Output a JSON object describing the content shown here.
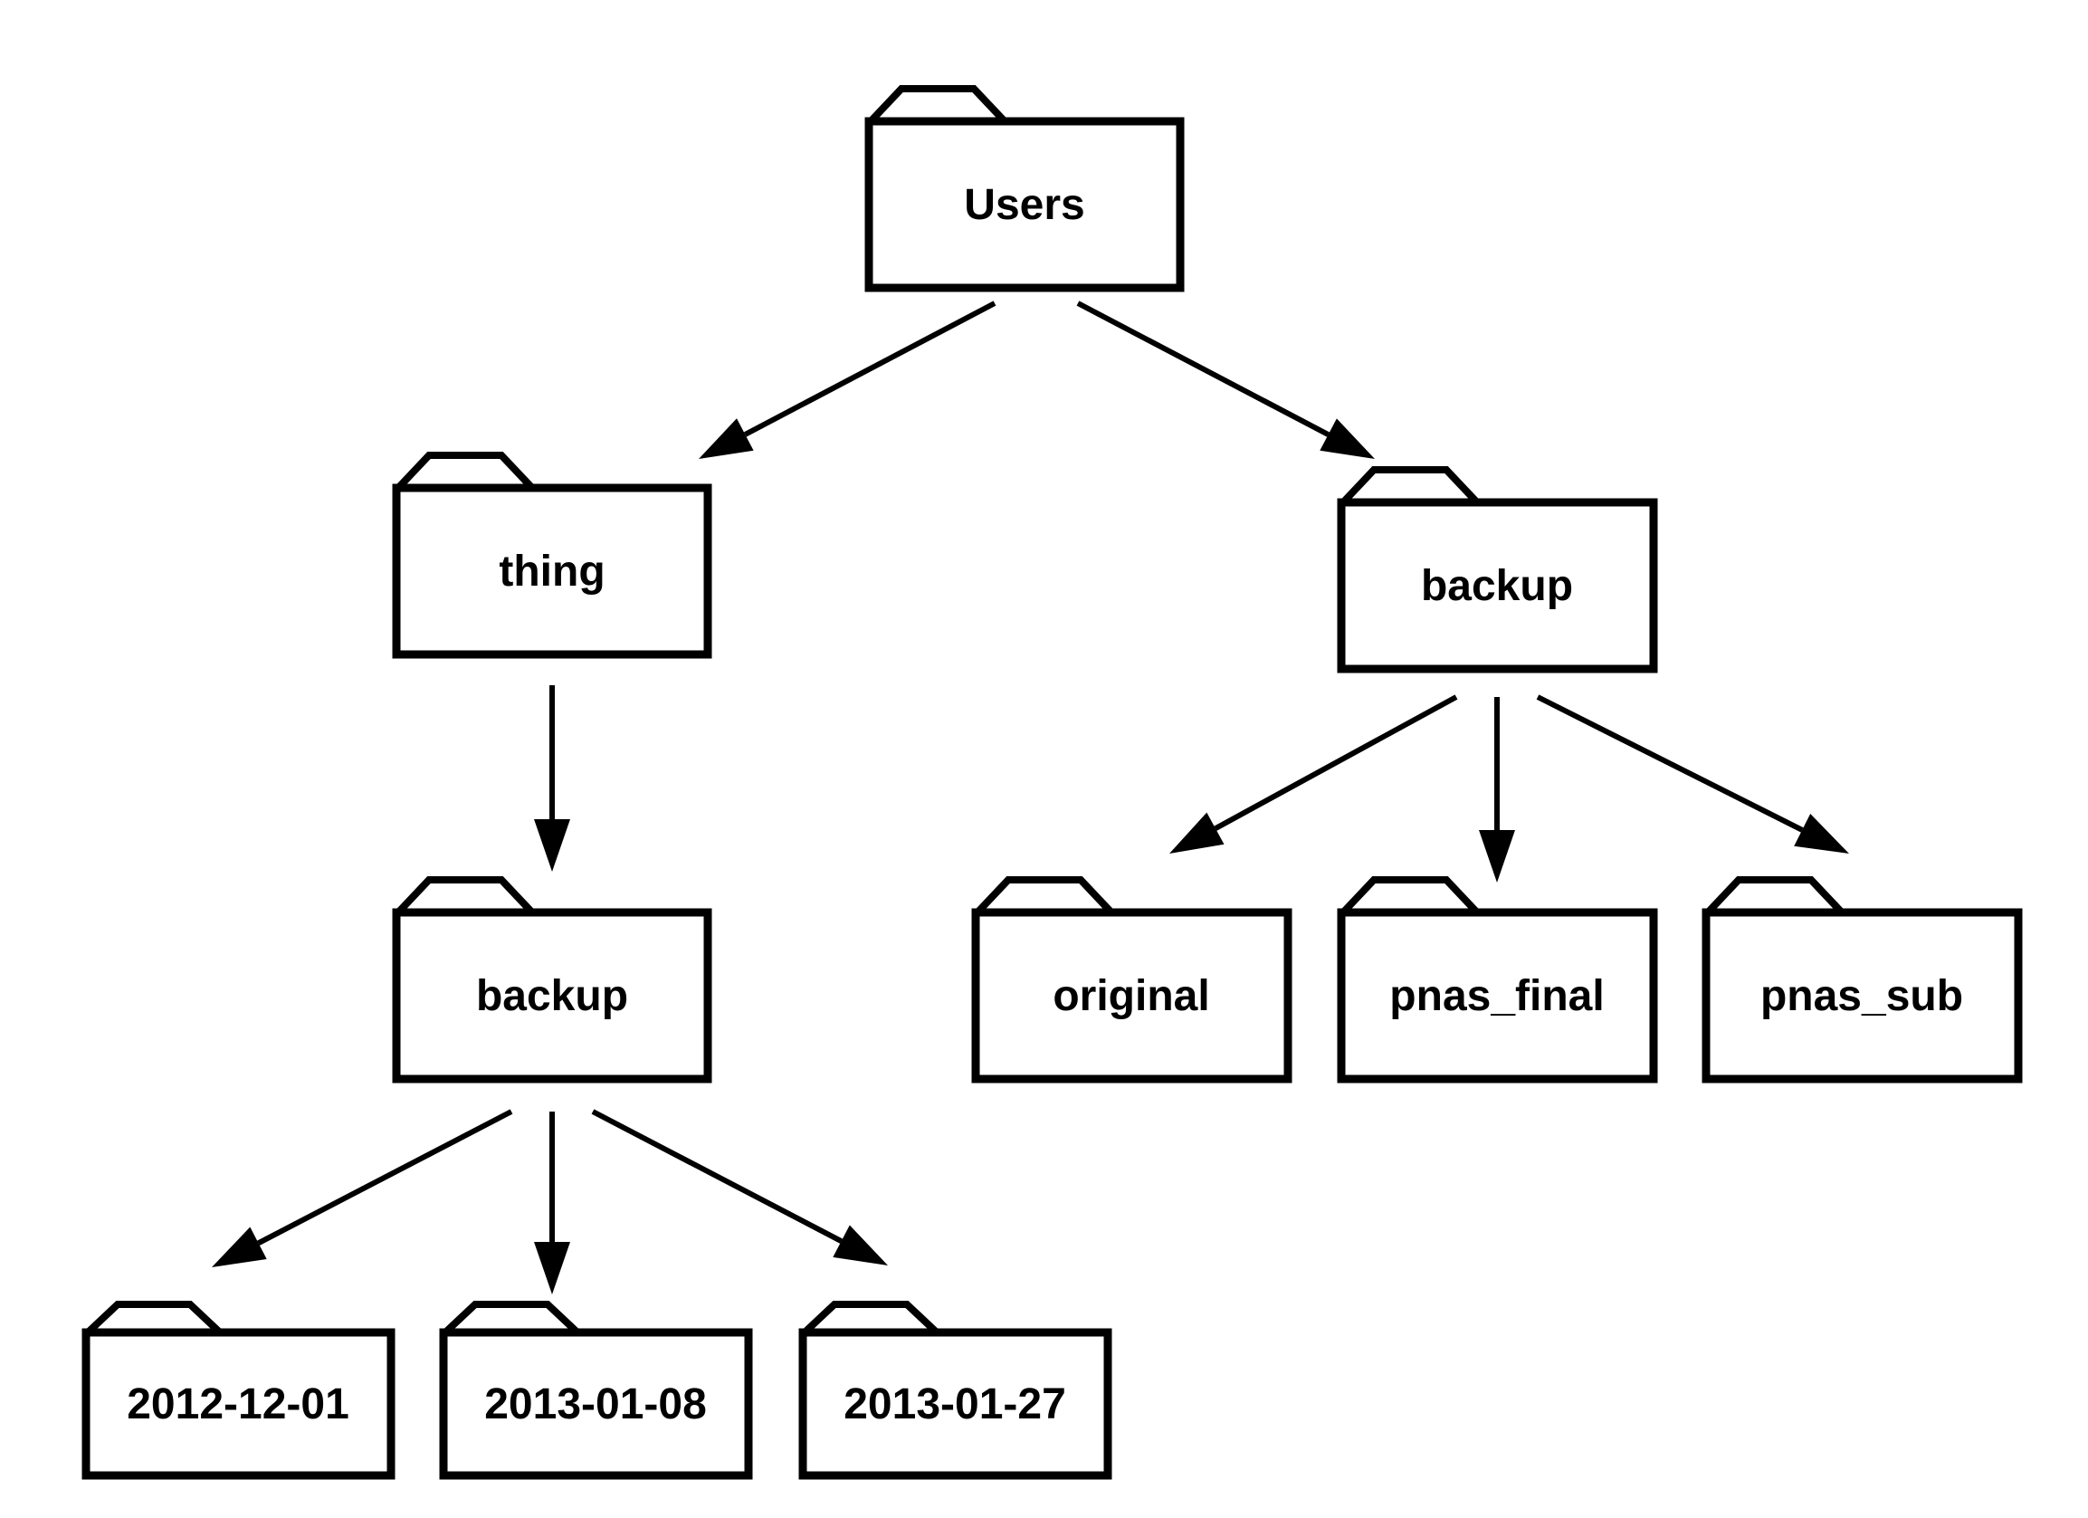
{
  "diagram": {
    "type": "folder-tree",
    "background_color": "#ffffff",
    "colors": {
      "folder_fill": "#ffffff",
      "outline": "#000000",
      "text": "#000000",
      "arrow": "#000000"
    },
    "nodes": {
      "users": {
        "label": "Users"
      },
      "thing": {
        "label": "thing"
      },
      "backup_left": {
        "label": "backup"
      },
      "backup_right": {
        "label": "backup"
      },
      "original": {
        "label": "original"
      },
      "pnas_final": {
        "label": "pnas_final"
      },
      "pnas_sub": {
        "label": "pnas_sub"
      },
      "date_2012_12_01": {
        "label": "2012-12-01"
      },
      "date_2013_01_08": {
        "label": "2013-01-08"
      },
      "date_2013_01_27": {
        "label": "2013-01-27"
      }
    },
    "edges": [
      {
        "from": "users",
        "to": "thing"
      },
      {
        "from": "users",
        "to": "backup_right"
      },
      {
        "from": "thing",
        "to": "backup_left"
      },
      {
        "from": "backup_left",
        "to": "date_2012_12_01"
      },
      {
        "from": "backup_left",
        "to": "date_2013_01_08"
      },
      {
        "from": "backup_left",
        "to": "date_2013_01_27"
      },
      {
        "from": "backup_right",
        "to": "original"
      },
      {
        "from": "backup_right",
        "to": "pnas_final"
      },
      {
        "from": "backup_right",
        "to": "pnas_sub"
      }
    ]
  }
}
